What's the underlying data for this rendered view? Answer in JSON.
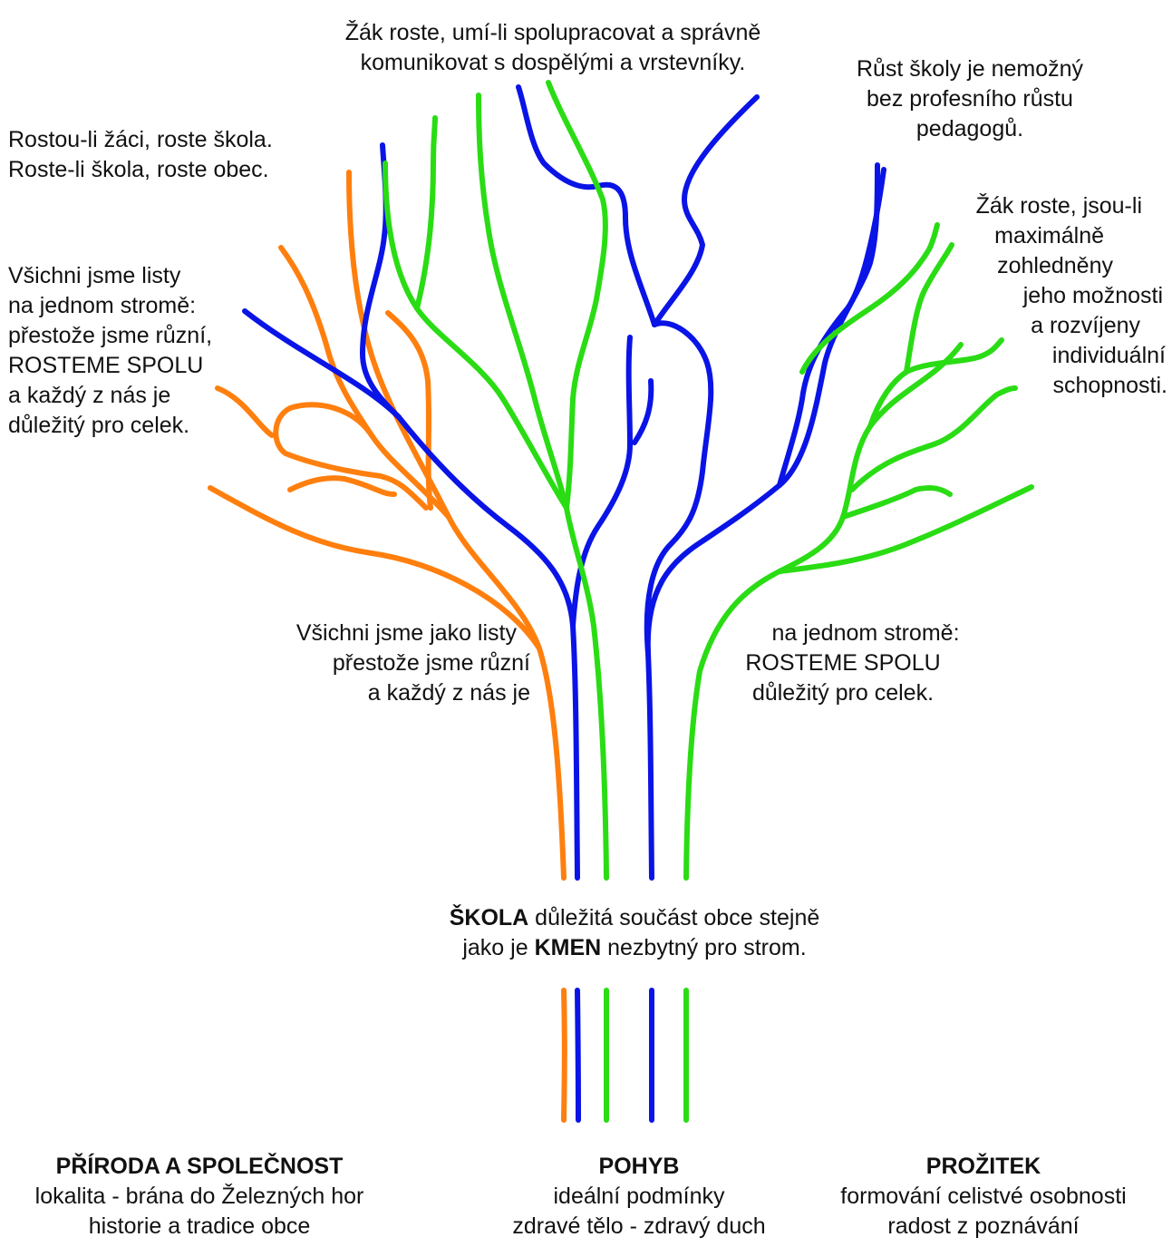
{
  "colors": {
    "orange": "#ff7f0e",
    "blue": "#0a14e6",
    "green": "#2adc14"
  },
  "top_center": [
    "Žák roste, umí-li spolupracovat a správně",
    "komunikovat s dospělými a vrstevníky."
  ],
  "top_right": [
    "Růst školy je nemožný",
    "bez profesního růstu",
    "pedagogů."
  ],
  "left_top": [
    "Rostou-li žáci, roste škola.",
    "Roste-li škola, roste obec."
  ],
  "left_mid": [
    "Všichni jsme listy",
    "na jednom stromě:",
    "přestože jsme různí,",
    "ROSTEME SPOLU",
    "a každý z nás je",
    "důležitý pro celek."
  ],
  "right_mid": [
    "Žák roste, jsou-li",
    "maximálně",
    "zohledněny",
    "jeho možnosti",
    "a rozvíjeny",
    "individuální",
    "schopnosti."
  ],
  "trunk_left": [
    "Všichni jsme jako listy",
    "přestože jsme různí",
    "a každý z nás je"
  ],
  "trunk_right": [
    "na jednom stromě:",
    "ROSTEME SPOLU",
    "důležitý pro celek."
  ],
  "center": {
    "line1_bold": "ŠKOLA",
    "line1_rest": " důležitá součást obce stejně",
    "line2_pre": "jako je ",
    "line2_bold": "KMEN",
    "line2_post": " nezbytný pro strom."
  },
  "bottom": [
    {
      "title": "PŘÍRODA A SPOLEČNOST",
      "lines": [
        "lokalita - brána do Železných hor",
        "historie a tradice obce"
      ]
    },
    {
      "title": "POHYB",
      "lines": [
        "ideální podmínky",
        "zdravé tělo - zdravý duch"
      ]
    },
    {
      "title": "PROŽITEK",
      "lines": [
        "formování celistvé osobnosti",
        "radost z poznávání"
      ]
    }
  ]
}
